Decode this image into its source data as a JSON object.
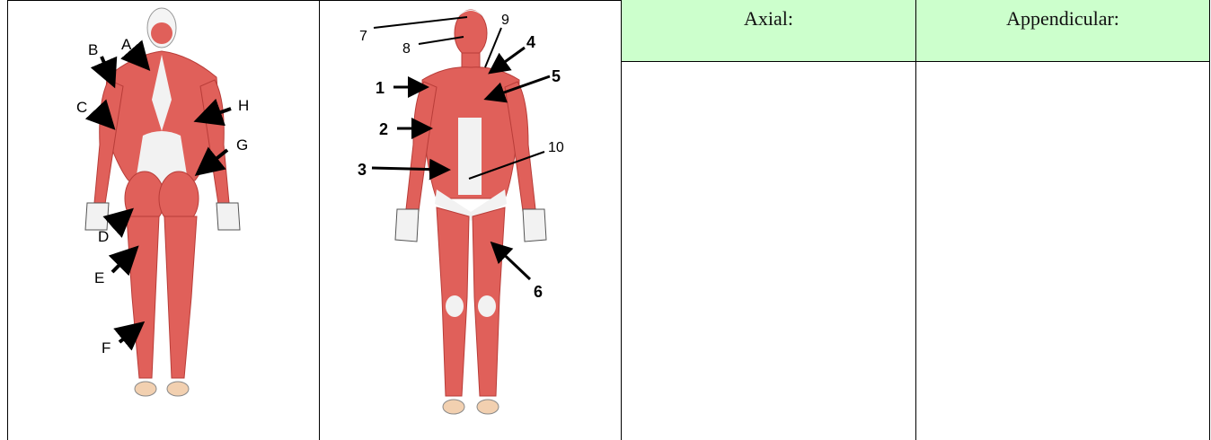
{
  "table": {
    "headers": {
      "axial": "Axial:",
      "appendicular": "Appendicular:"
    },
    "header_bg": "#ccffcc"
  },
  "posterior_view": {
    "labels": [
      "A",
      "B",
      "C",
      "D",
      "E",
      "F",
      "G",
      "H"
    ]
  },
  "anterior_view": {
    "labels": [
      "1",
      "2",
      "3",
      "4",
      "5",
      "6",
      "7",
      "8",
      "9",
      "10"
    ]
  },
  "colors": {
    "muscle": "#e0605a",
    "muscle_dark": "#b83c38",
    "tendon": "#f2f2f2",
    "outline": "#000000"
  }
}
